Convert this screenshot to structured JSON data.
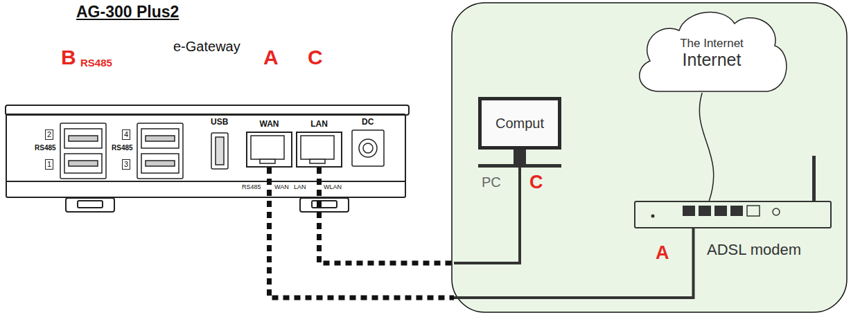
{
  "diagram": {
    "title": "AG-300 Plus2",
    "nodes": [
      {
        "text": [
          "e-Gateway"
        ]
      },
      {
        "text": [
          "WAN"
        ],
        "in": 0
      },
      {
        "text": [
          "LAN"
        ],
        "in": 0
      },
      {
        "text": [
          "Comput"
        ]
      },
      {
        "text": [
          "The Internet",
          "Internet"
        ]
      },
      {
        "text": [
          "ADSL modem"
        ]
      }
    ],
    "edges": [
      {
        "from": 1,
        "to": 5,
        "arrow": "none"
      },
      {
        "from": 2,
        "to": 3,
        "arrow": "none"
      },
      {
        "from": 4,
        "to": 5,
        "arrow": "none"
      }
    ],
    "labels": [
      "B",
      "RS485",
      "A",
      "C",
      "2",
      "RS485",
      "1",
      "4",
      "RS485",
      "3",
      "USB",
      "DC",
      "RS485",
      "WAN",
      "LAN",
      "WLAN",
      "PC",
      "C",
      "A"
    ]
  }
}
